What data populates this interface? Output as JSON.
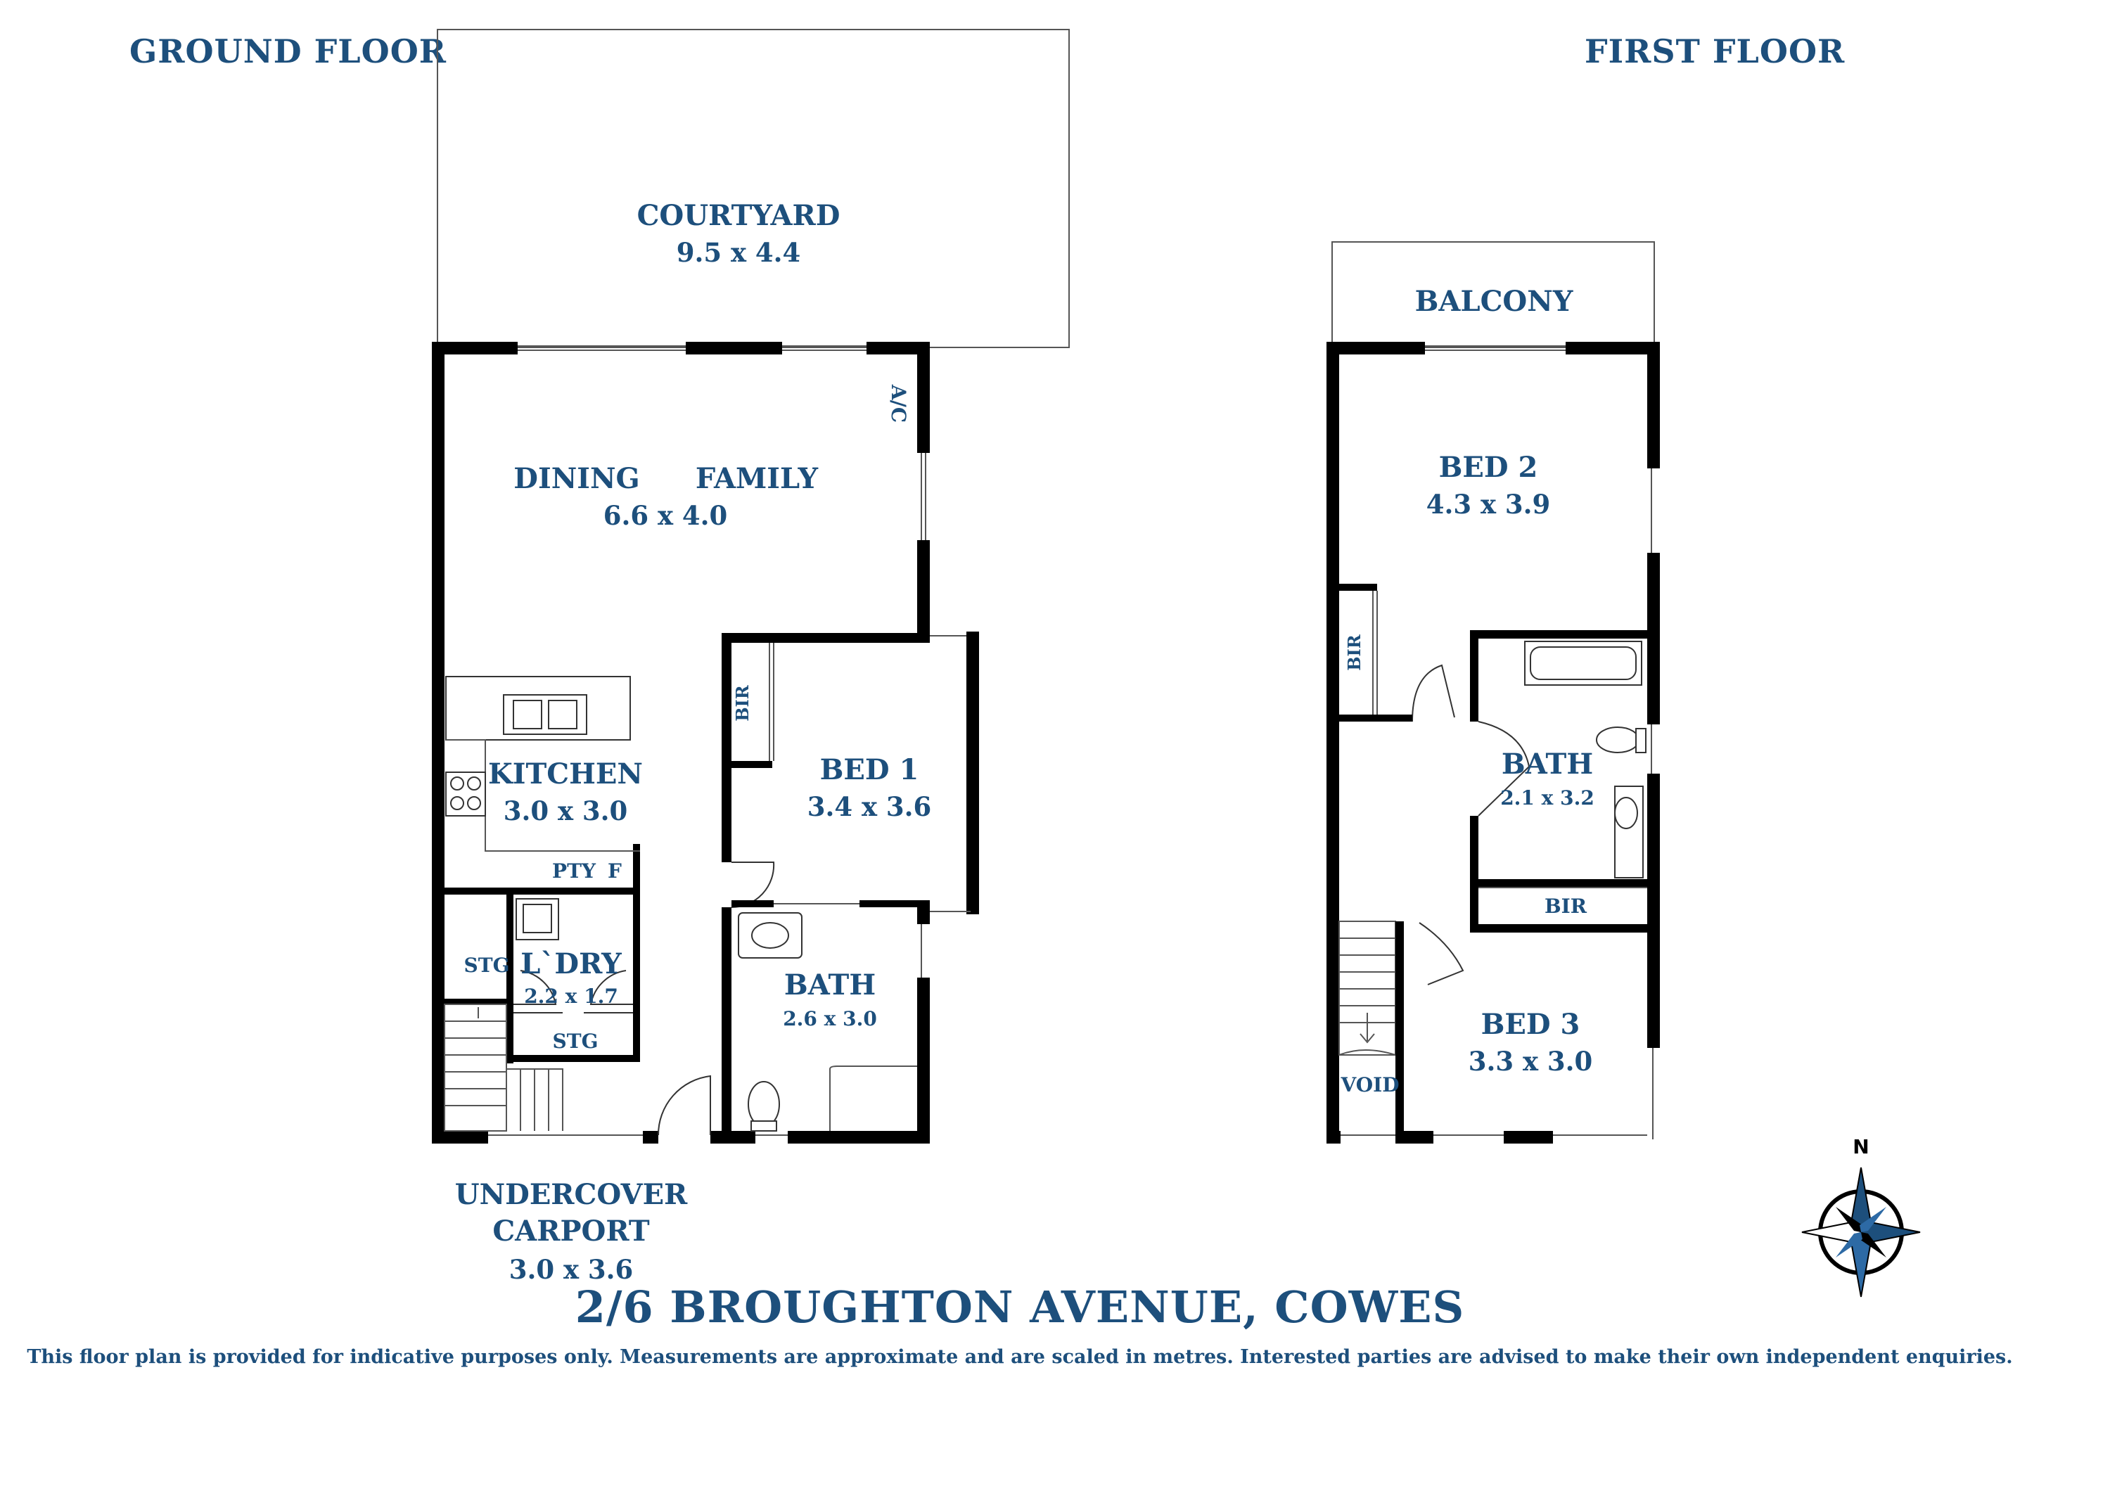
{
  "floors": {
    "ground": {
      "title": "GROUND FLOOR",
      "rooms": {
        "courtyard": {
          "name": "COURTYARD",
          "dims": "9.5 x 4.4"
        },
        "dining": {
          "name": "DINING"
        },
        "family": {
          "name": "FAMILY",
          "dims": "6.6 x 4.0"
        },
        "ac": {
          "name": "A/C"
        },
        "kitchen": {
          "name": "KITCHEN",
          "dims": "3.0 x 3.0"
        },
        "pantry": {
          "name": "PTY"
        },
        "fridge": {
          "name": "F"
        },
        "bir": {
          "name": "BIR"
        },
        "bed1": {
          "name": "BED 1",
          "dims": "3.4 x 3.6"
        },
        "laundry": {
          "name": "L`DRY",
          "dims": "2.2 x 1.7"
        },
        "stg_left": {
          "name": "STG"
        },
        "stg_lower": {
          "name": "STG"
        },
        "bath": {
          "name": "BATH",
          "dims": "2.6 x 3.0"
        },
        "carport": {
          "name_line1": "UNDERCOVER",
          "name_line2": "CARPORT",
          "dims": "3.0 x 3.6"
        }
      }
    },
    "first": {
      "title": "FIRST FLOOR",
      "rooms": {
        "balcony": {
          "name": "BALCONY"
        },
        "bed2": {
          "name": "BED 2",
          "dims": "4.3 x 3.9"
        },
        "bir_left": {
          "name": "BIR"
        },
        "bath": {
          "name": "BATH",
          "dims": "2.1 x 3.2"
        },
        "bir_hall": {
          "name": "BIR"
        },
        "bed3": {
          "name": "BED 3",
          "dims": "3.3 x 3.0"
        },
        "void": {
          "name": "VOID"
        }
      }
    }
  },
  "compass": {
    "label": "N"
  },
  "address": "2/6 BROUGHTON AVENUE, COWES",
  "disclaimer": "This floor plan is provided for indicative purposes only. Measurements are approximate and are scaled in metres. Interested parties are advised to make their own independent enquiries.",
  "colors": {
    "text": "#1d4f7c",
    "wall": "#000000"
  }
}
